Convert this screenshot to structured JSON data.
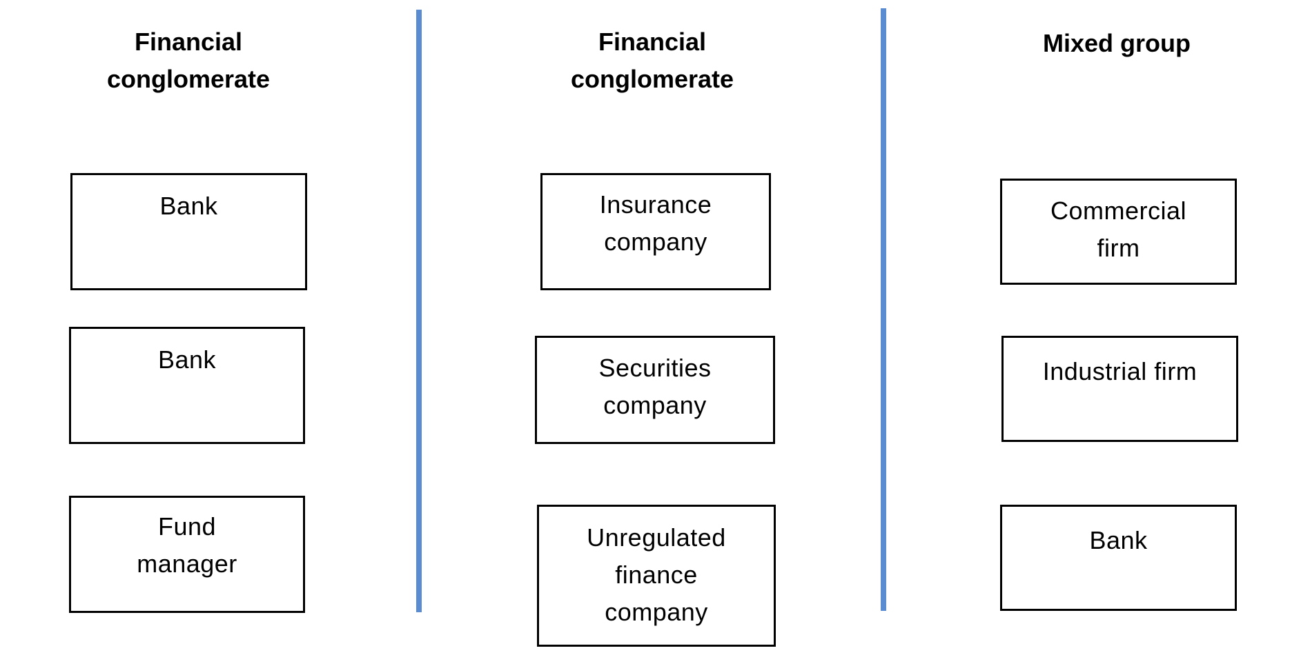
{
  "columns": [
    {
      "heading": "Financial\nconglomerate",
      "entities": [
        "Bank",
        "Bank",
        "Fund\nmanager"
      ]
    },
    {
      "heading": "Financial\nconglomerate",
      "entities": [
        "Insurance\ncompany",
        "Securities\ncompany",
        "Unregulated\nfinance\ncompany"
      ]
    },
    {
      "heading": "Mixed group",
      "entities": [
        "Commercial\nfirm",
        "Industrial firm",
        "Bank"
      ]
    }
  ],
  "colors": {
    "divider": "#5b8bd0",
    "box_border": "#000000"
  }
}
